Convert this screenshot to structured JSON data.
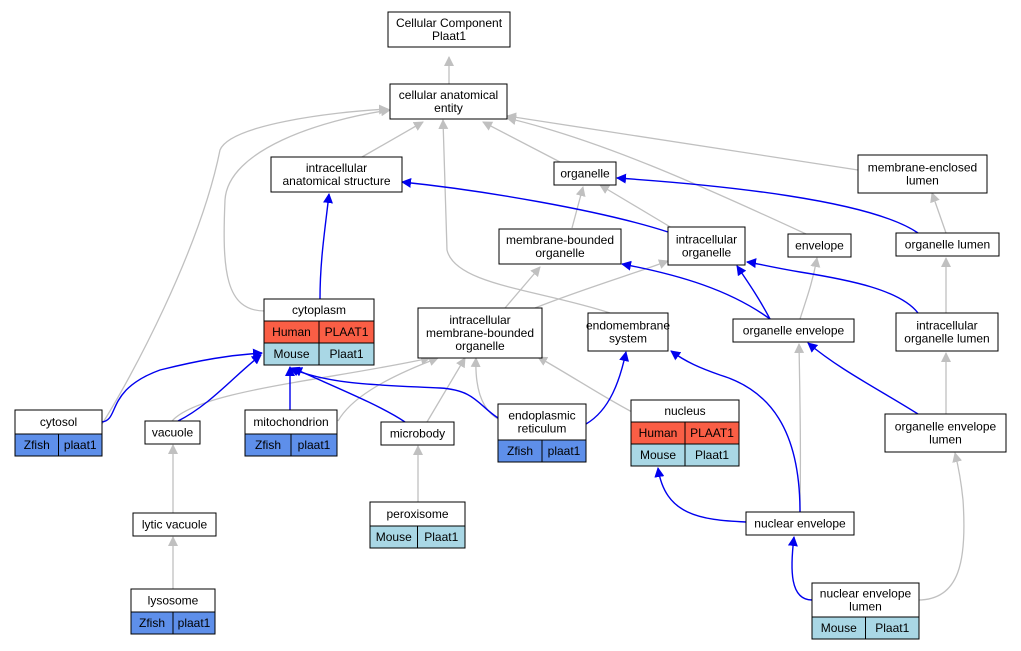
{
  "colors": {
    "human": "#fa5e45",
    "mouse": "#a9d7e5",
    "zfish": "#5e8fea",
    "edge_isa": "#c0c0c0",
    "edge_partof": "#0000ee",
    "node_border": "#000000",
    "node_fill": "#ffffff"
  },
  "nodes": [
    {
      "id": "root",
      "lines": [
        "Cellular Component",
        "Plaat1"
      ],
      "species": []
    },
    {
      "id": "cae",
      "lines": [
        "cellular anatomical",
        "entity"
      ],
      "species": []
    },
    {
      "id": "ias",
      "lines": [
        "intracellular",
        "anatomical structure"
      ],
      "species": []
    },
    {
      "id": "org",
      "lines": [
        "organelle"
      ],
      "species": []
    },
    {
      "id": "mel",
      "lines": [
        "membrane-enclosed",
        "lumen"
      ],
      "species": []
    },
    {
      "id": "mbo",
      "lines": [
        "membrane-bounded",
        "organelle"
      ],
      "species": []
    },
    {
      "id": "io",
      "lines": [
        "intracellular",
        "organelle"
      ],
      "species": []
    },
    {
      "id": "env",
      "lines": [
        "envelope"
      ],
      "species": []
    },
    {
      "id": "ol",
      "lines": [
        "organelle lumen"
      ],
      "species": []
    },
    {
      "id": "cyto",
      "lines": [
        "cytoplasm"
      ],
      "species": [
        [
          "Human",
          "PLAAT1"
        ],
        [
          "Mouse",
          "Plaat1"
        ]
      ]
    },
    {
      "id": "imbo",
      "lines": [
        "intracellular",
        "membrane-bounded",
        "organelle"
      ],
      "species": []
    },
    {
      "id": "ems",
      "lines": [
        "endomembrane",
        "system"
      ],
      "species": []
    },
    {
      "id": "oe",
      "lines": [
        "organelle envelope"
      ],
      "species": []
    },
    {
      "id": "iol",
      "lines": [
        "intracellular",
        "organelle lumen"
      ],
      "species": []
    },
    {
      "id": "cytosol",
      "lines": [
        "cytosol"
      ],
      "species": [
        [
          "Zfish",
          "plaat1"
        ]
      ]
    },
    {
      "id": "vac",
      "lines": [
        "vacuole"
      ],
      "species": []
    },
    {
      "id": "mito",
      "lines": [
        "mitochondrion"
      ],
      "species": [
        [
          "Zfish",
          "plaat1"
        ]
      ]
    },
    {
      "id": "mb",
      "lines": [
        "microbody"
      ],
      "species": []
    },
    {
      "id": "er",
      "lines": [
        "endoplasmic",
        "reticulum"
      ],
      "species": [
        [
          "Zfish",
          "plaat1"
        ]
      ]
    },
    {
      "id": "nuc",
      "lines": [
        "nucleus"
      ],
      "species": [
        [
          "Human",
          "PLAAT1"
        ],
        [
          "Mouse",
          "Plaat1"
        ]
      ]
    },
    {
      "id": "oel",
      "lines": [
        "organelle envelope",
        "lumen"
      ],
      "species": []
    },
    {
      "id": "lv",
      "lines": [
        "lytic vacuole"
      ],
      "species": []
    },
    {
      "id": "perox",
      "lines": [
        "peroxisome"
      ],
      "species": [
        [
          "Mouse",
          "Plaat1"
        ]
      ]
    },
    {
      "id": "ne",
      "lines": [
        "nuclear envelope"
      ],
      "species": []
    },
    {
      "id": "lyso",
      "lines": [
        "lysosome"
      ],
      "species": [
        [
          "Zfish",
          "plaat1"
        ]
      ]
    },
    {
      "id": "nel",
      "lines": [
        "nuclear envelope",
        "lumen"
      ],
      "species": [
        [
          "Mouse",
          "Plaat1"
        ]
      ]
    }
  ]
}
